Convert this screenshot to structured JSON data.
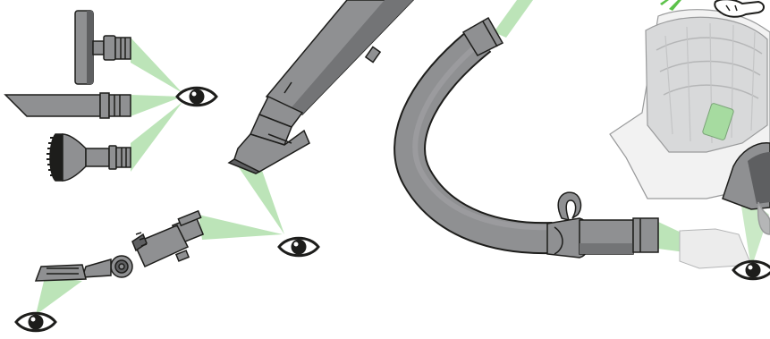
{
  "diagram": {
    "colors": {
      "part_fill": "#8f9092",
      "part_dark": "#5e5f61",
      "part_shadow": "#737476",
      "outline": "#1d1d1b",
      "sight_line": "#a6dba0",
      "sight_line_soft": "#d4efd0",
      "arrow_green": "#5cc24a",
      "bin_fill": "#d8d9da",
      "bin_outline": "#9a9b9c"
    },
    "icons": [
      "eye-icon",
      "hand-icon",
      "green-arrow-icon"
    ],
    "parts": [
      "turbine-floor-head",
      "crevice-tool",
      "dusting-brush",
      "wand-connector",
      "articulating-stair-tool",
      "flexible-hose",
      "hose-handle",
      "clear-bin"
    ]
  }
}
